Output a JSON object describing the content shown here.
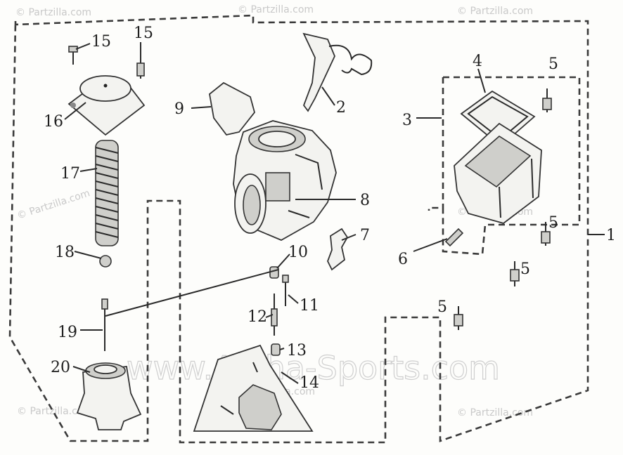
{
  "watermarks": {
    "partzilla": "© Partzilla.com",
    "site": "www.Alpha-Sports.com"
  },
  "callouts": {
    "c1": "1",
    "c2": "2",
    "c3": "3",
    "c4": "4",
    "c5a": "5",
    "c5b": "5",
    "c5c": "5",
    "c5d": "5",
    "c6": "6",
    "c7": "7",
    "c8": "8",
    "c9": "9",
    "c10": "10",
    "c11": "11",
    "c12": "12",
    "c13": "13",
    "c14": "14",
    "c15a": "15",
    "c15b": "15",
    "c16": "16",
    "c17": "17",
    "c18": "18",
    "c19": "19",
    "c20": "20"
  }
}
